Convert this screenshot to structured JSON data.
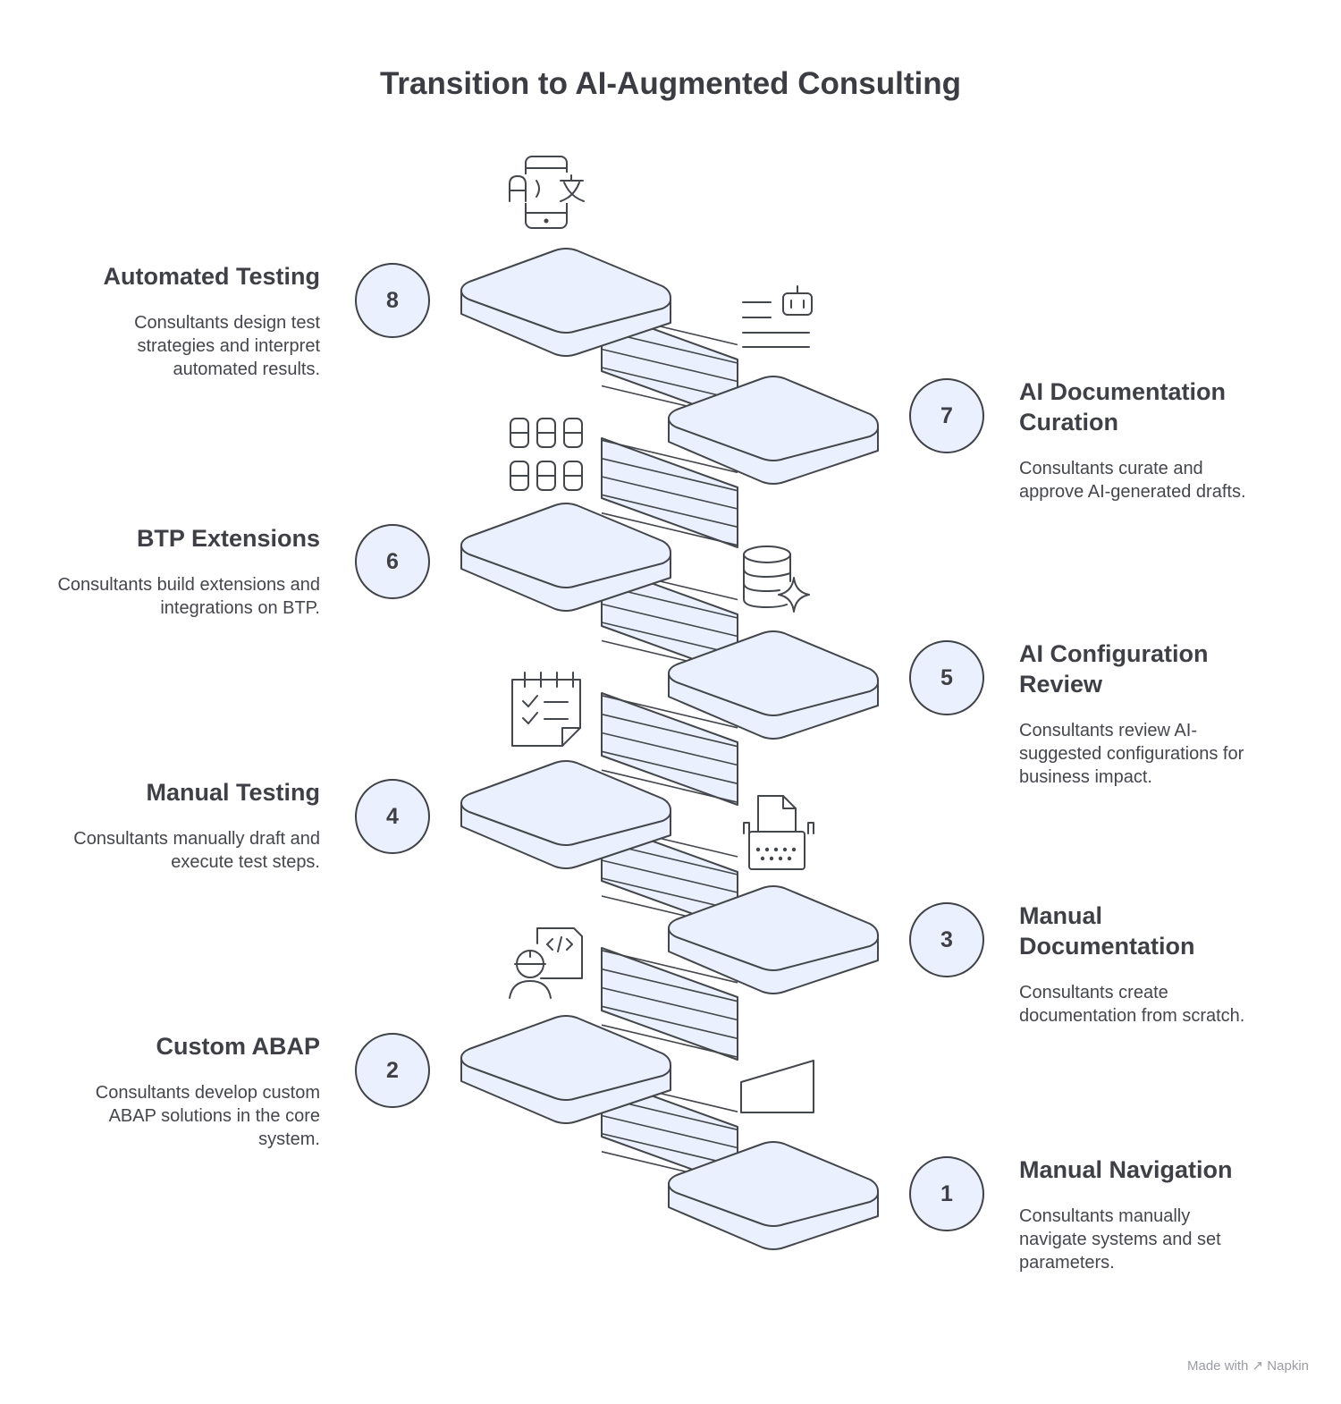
{
  "title": "Transition to AI-Augmented Consulting",
  "steps": [
    {
      "num": "1",
      "title": "Manual Navigation",
      "desc": "Consultants manually navigate systems and set parameters.",
      "icon": "trapezoid-shape-icon"
    },
    {
      "num": "2",
      "title": "Custom ABAP",
      "desc": "Consultants develop custom ABAP solutions in the core system.",
      "icon": "developer-code-icon"
    },
    {
      "num": "3",
      "title": "Manual Documentation",
      "desc": "Consultants create documentation from scratch.",
      "icon": "typewriter-icon"
    },
    {
      "num": "4",
      "title": "Manual Testing",
      "desc": "Consultants manually draft and execute test steps.",
      "icon": "checklist-calendar-icon"
    },
    {
      "num": "5",
      "title": "AI Configuration Review",
      "desc": "Consultants review AI-suggested configurations for business impact.",
      "icon": "database-sparkle-icon"
    },
    {
      "num": "6",
      "title": "BTP Extensions",
      "desc": "Consultants build extensions and integrations on BTP.",
      "icon": "module-grid-icon"
    },
    {
      "num": "7",
      "title": "AI Documentation Curation",
      "desc": "Consultants curate and approve AI-generated drafts.",
      "icon": "bot-document-icon"
    },
    {
      "num": "8",
      "title": "Automated Testing",
      "desc": "Consultants design test strategies and interpret automated results.",
      "icon": "phone-translate-icon"
    }
  ],
  "credit": {
    "made_with": "Made with",
    "brand": "Napkin"
  },
  "colors": {
    "platform_fill": "#eaf0fd",
    "stroke": "#43464b",
    "text": "#3b3d42"
  }
}
